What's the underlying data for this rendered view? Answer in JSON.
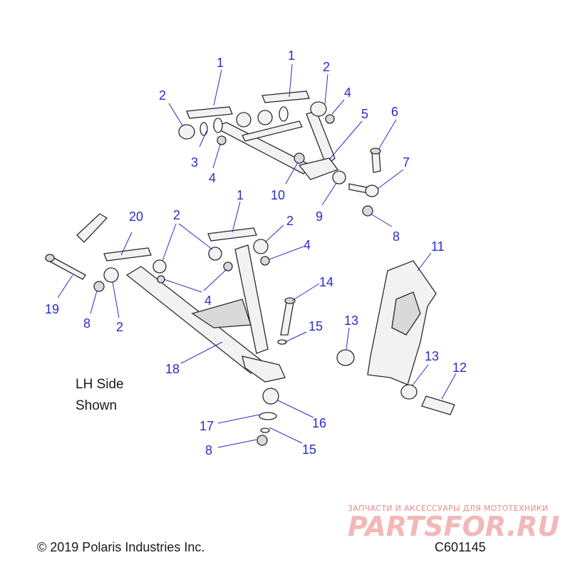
{
  "side_note": {
    "line1": "LH Side",
    "line2": "Shown"
  },
  "footer": {
    "copyright": "© 2019 Polaris Industries Inc.",
    "code": "C601145"
  },
  "watermark": {
    "tagline": "ЗАПЧАСТИ И АКСЕССУАРЫ ДЛЯ МОТОТЕХНИКИ",
    "brand": "PARTSFOR.RU"
  },
  "callouts": [
    "1",
    "1",
    "2",
    "2",
    "4",
    "5",
    "6",
    "2",
    "3",
    "4",
    "7",
    "10",
    "9",
    "8",
    "1",
    "20",
    "2",
    "2",
    "4",
    "11",
    "14",
    "19",
    "8",
    "2",
    "4",
    "15",
    "13",
    "13",
    "12",
    "18",
    "16",
    "17",
    "15",
    "8"
  ],
  "colors": {
    "callout": "#2b2bd0",
    "line_art": "#2a2a2a",
    "watermark": "#e06060"
  }
}
